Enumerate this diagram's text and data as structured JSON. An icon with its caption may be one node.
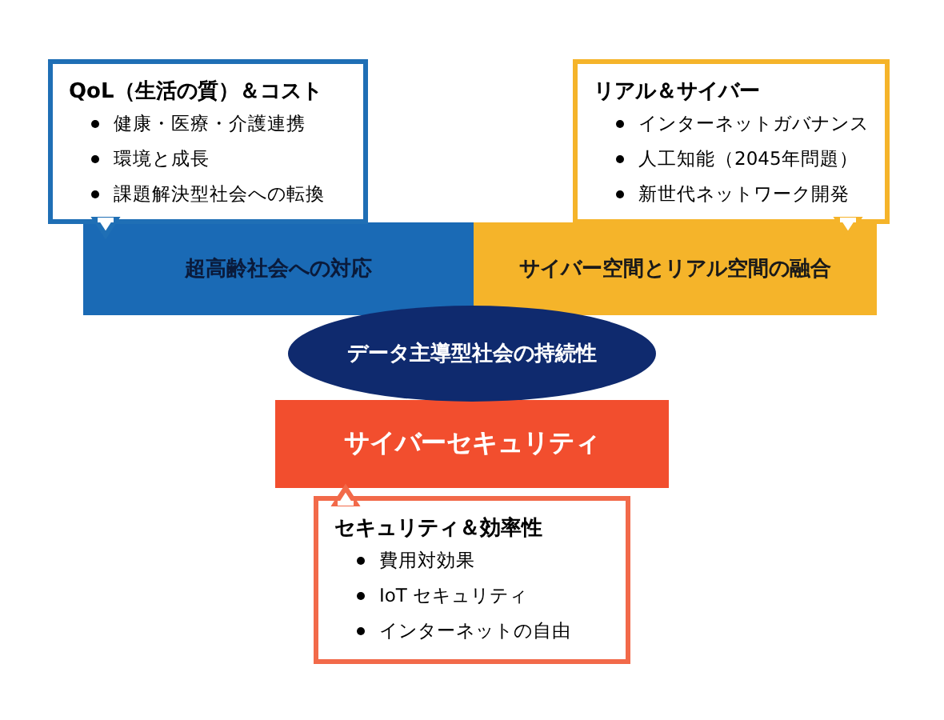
{
  "diagram": {
    "nodes": [
      {
        "text": [
          "QoL（生活の質）＆コスト",
          "健康・医療・介護連携",
          "環境と成長",
          "課題解決型社会への転換"
        ]
      },
      {
        "text": [
          "リアル＆サイバー",
          "インターネットガバナンス",
          "人工知能（2045年問題）",
          "新世代ネットワーク開発"
        ]
      },
      {
        "text": [
          "超高齢社会への対応"
        ]
      },
      {
        "text": [
          "サイバー空間とリアル空間の融合"
        ]
      },
      {
        "text": [
          "データ主導型社会の持続性"
        ]
      },
      {
        "text": [
          "サイバーセキュリティ"
        ]
      },
      {
        "text": [
          "セキュリティ＆効率性",
          "費用対効果",
          "IoT セキュリティ",
          "インターネットの自由"
        ]
      }
    ]
  }
}
